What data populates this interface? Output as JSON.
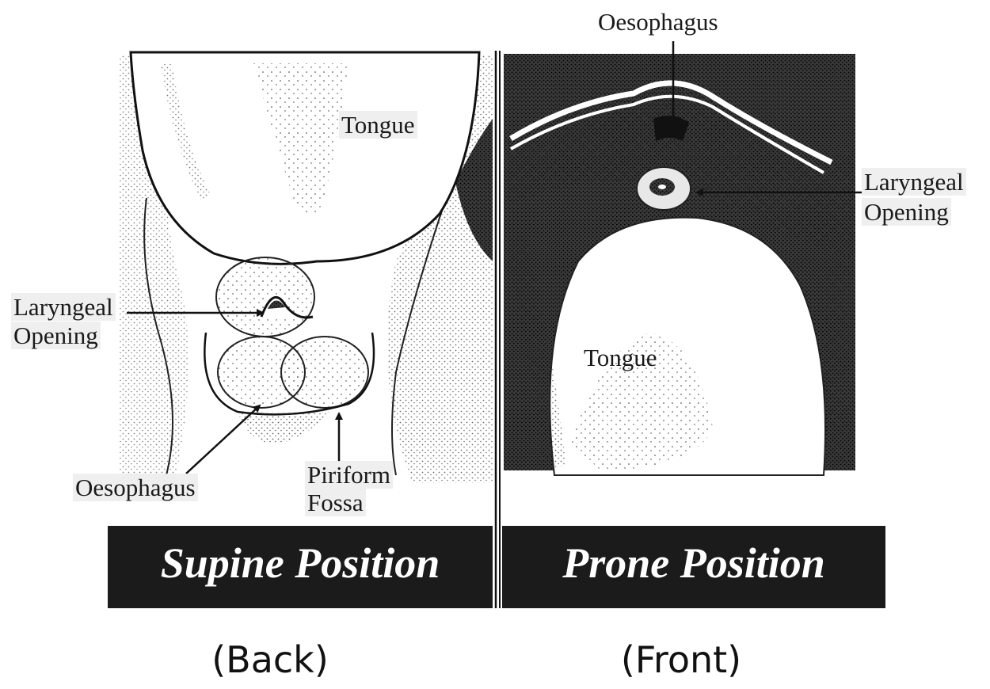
{
  "left_panel": {
    "tongue_label": "Tongue",
    "laryngeal_label_line1": "Laryngeal",
    "laryngeal_label_line2": "Opening",
    "oesophagus_label": "Oesophagus",
    "piriform_label_line1": "Piriform",
    "piriform_label_line2": "Fossa",
    "banner": "Supine Position",
    "caption": "(Back)"
  },
  "right_panel": {
    "oesophagus_label": "Oesophagus",
    "laryngeal_label_line1": "Laryngeal",
    "laryngeal_label_line2": "Opening",
    "tongue_label": "Tongue",
    "banner": "Prone Position",
    "caption": "(Front)"
  },
  "colors": {
    "ink": "#1a1a1a",
    "banner_bg": "#1b1b1b",
    "label_bg": "#eeeeee",
    "paper": "#ffffff"
  }
}
